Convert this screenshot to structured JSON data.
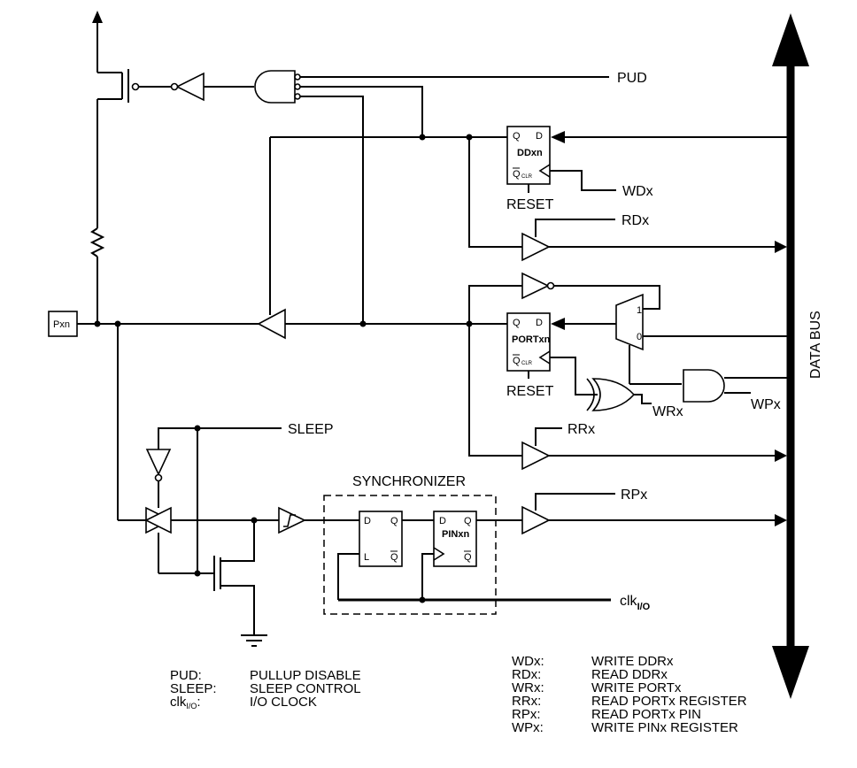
{
  "signals": {
    "pud": "PUD",
    "wdx": "WDx",
    "rdx": "RDx",
    "reset1": "RESET",
    "reset2": "RESET",
    "wrx": "WRx",
    "wpx": "WPx",
    "sleep": "SLEEP",
    "rrx": "RRx",
    "rpx": "RPx",
    "clk_main": "clk",
    "clk_sub": "I/O"
  },
  "blocks": {
    "pxn": "Pxn",
    "ddxn": "DDxn",
    "portxn": "PORTxn",
    "pinxn": "PINxn",
    "synchronizer": "SYNCHRONIZER",
    "data_bus": "DATA BUS",
    "mux_in1": "1",
    "mux_in0": "0",
    "q": "Q",
    "d": "D",
    "l": "L",
    "qbar": "Q",
    "clr": "CLR"
  },
  "legend_left": [
    {
      "abbr": "PUD:",
      "desc": "PULLUP DISABLE"
    },
    {
      "abbr": "SLEEP:",
      "desc": "SLEEP CONTROL"
    },
    {
      "abbr": "clk",
      "sub": "I/O",
      "suffix": ":",
      "desc": "I/O CLOCK"
    }
  ],
  "legend_right": [
    {
      "abbr": "WDx:",
      "desc": "WRITE DDRx"
    },
    {
      "abbr": "RDx:",
      "desc": "READ DDRx"
    },
    {
      "abbr": "WRx:",
      "desc": "WRITE PORTx"
    },
    {
      "abbr": "RRx:",
      "desc": "READ PORTx REGISTER"
    },
    {
      "abbr": "RPx:",
      "desc": "READ PORTx PIN"
    },
    {
      "abbr": "WPx:",
      "desc": "WRITE PINx REGISTER"
    }
  ]
}
